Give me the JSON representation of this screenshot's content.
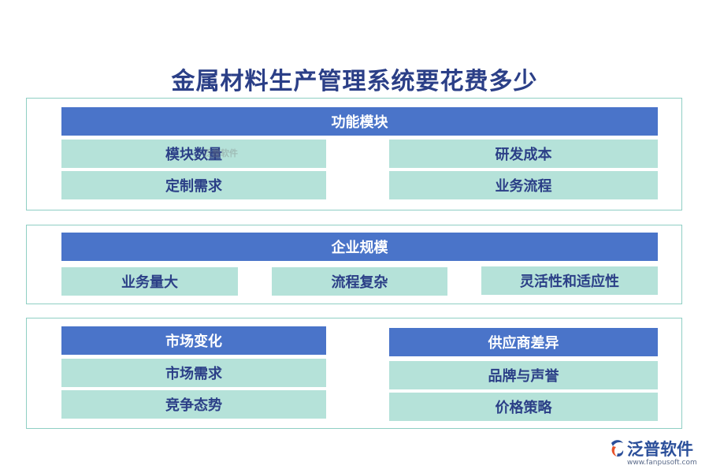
{
  "title": "金属材料生产管理系统要花费多少",
  "sections": {
    "function_module": {
      "header": "功能模块",
      "left": [
        "模块数量",
        "定制需求"
      ],
      "right": [
        "研发成本",
        "业务流程"
      ]
    },
    "enterprise_scale": {
      "header": "企业规模",
      "items": [
        "业务量大",
        "流程复杂",
        "灵活性和适应性"
      ]
    },
    "market_change": {
      "header": "市场变化",
      "items": [
        "市场需求",
        "竞争态势"
      ]
    },
    "supplier_difference": {
      "header": "供应商差异",
      "items": [
        "品牌与声誉",
        "价格策略"
      ]
    }
  },
  "watermark": "泛普软件",
  "logo": {
    "name": "泛普软件",
    "url": "www.fanpusoft.com"
  },
  "colors": {
    "header": "#4a74c9",
    "cell": "#b5e2d9",
    "text": "#2b3f87",
    "border": "#8fcfc4"
  }
}
